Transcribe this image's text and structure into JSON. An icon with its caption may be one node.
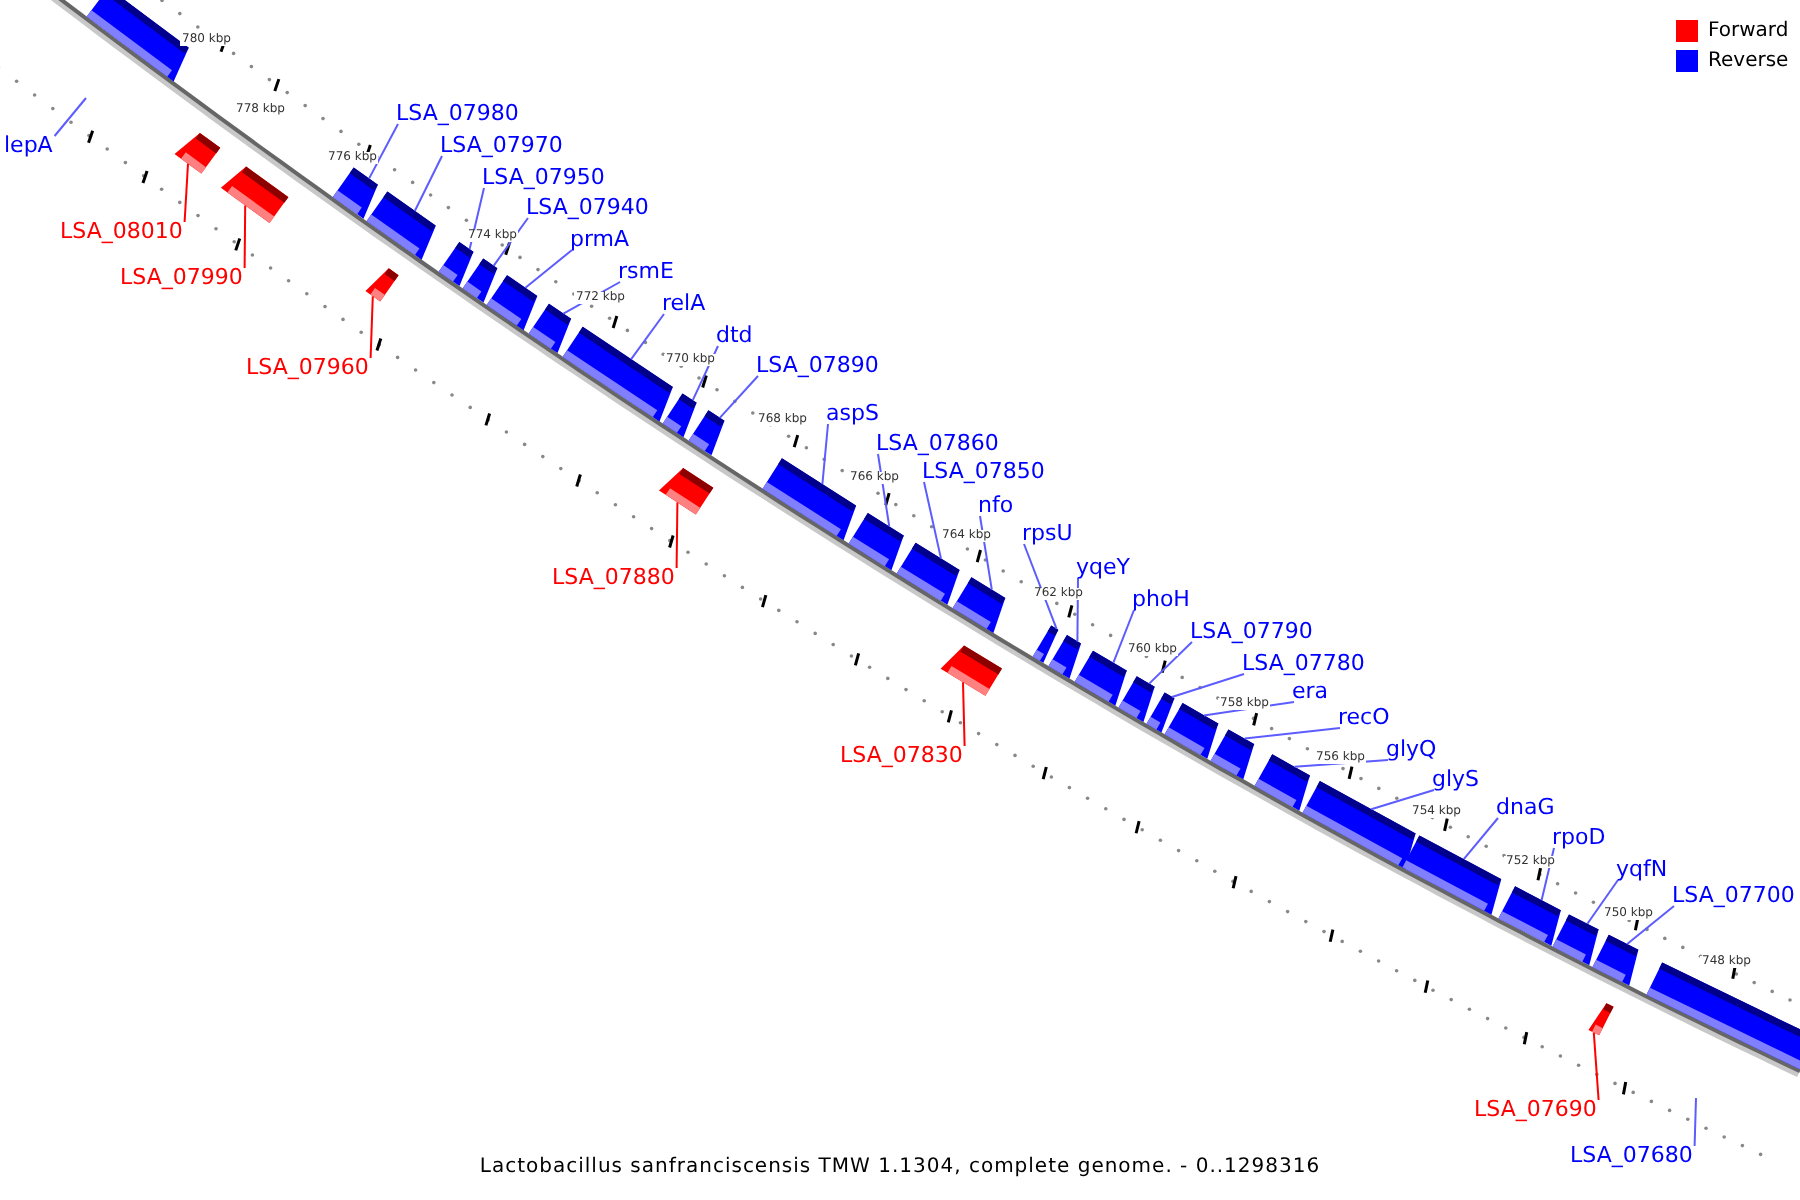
{
  "diagram": {
    "caption": "Lactobacillus sanfranciscensis TMW 1.1304, complete genome. - 0..1298316",
    "nodes": [
      {
        "text": [
          "lepA"
        ]
      },
      {
        "text": [
          "LSA_08010"
        ]
      },
      {
        "text": [],
        "shape": "box"
      },
      {
        "text": [
          "LSA_07990"
        ]
      },
      {
        "text": [],
        "shape": "box"
      },
      {
        "text": [
          "LSA_07980"
        ]
      },
      {
        "text": [],
        "shape": "box"
      },
      {
        "text": [
          "LSA_07970"
        ]
      },
      {
        "text": [],
        "shape": "box"
      },
      {
        "text": [
          "LSA_07950"
        ]
      },
      {
        "text": [],
        "shape": "box"
      },
      {
        "text": [
          "LSA_07940"
        ]
      },
      {
        "text": [],
        "shape": "box"
      },
      {
        "text": [
          "LSA_07960"
        ]
      },
      {
        "text": [],
        "shape": "box"
      },
      {
        "text": [
          "prmA"
        ]
      },
      {
        "text": [],
        "shape": "box"
      },
      {
        "text": [
          "rsmE"
        ]
      },
      {
        "text": [],
        "shape": "box"
      },
      {
        "text": [
          "relA"
        ]
      },
      {
        "text": [],
        "shape": "box"
      },
      {
        "text": [
          "dtd"
        ]
      },
      {
        "text": [],
        "shape": "box"
      },
      {
        "text": [
          "LSA_07890"
        ]
      },
      {
        "text": [],
        "shape": "box"
      },
      {
        "text": [
          "LSA_07880"
        ]
      },
      {
        "text": [],
        "shape": "box"
      },
      {
        "text": [
          "aspS"
        ]
      },
      {
        "text": [],
        "shape": "box"
      },
      {
        "text": [
          "LSA_07860"
        ]
      },
      {
        "text": [],
        "shape": "box"
      },
      {
        "text": [
          "LSA_07850"
        ]
      },
      {
        "text": [],
        "shape": "box"
      },
      {
        "text": [
          "nfo"
        ]
      },
      {
        "text": [],
        "shape": "box"
      },
      {
        "text": [
          "rpsU"
        ]
      },
      {
        "text": [],
        "shape": "box"
      },
      {
        "text": [
          "yqeY"
        ]
      },
      {
        "text": [],
        "shape": "box"
      },
      {
        "text": [
          "LSA_07830"
        ]
      },
      {
        "text": [],
        "shape": "box"
      },
      {
        "text": [
          "phoH"
        ]
      },
      {
        "text": [],
        "shape": "box"
      },
      {
        "text": [
          "LSA_07790"
        ]
      },
      {
        "text": [],
        "shape": "box"
      },
      {
        "text": [
          "LSA_07780"
        ]
      },
      {
        "text": [],
        "shape": "box"
      },
      {
        "text": [
          "era"
        ]
      },
      {
        "text": [],
        "shape": "box"
      },
      {
        "text": [
          "recO"
        ]
      },
      {
        "text": [],
        "shape": "box"
      },
      {
        "text": [
          "glyQ"
        ]
      },
      {
        "text": [],
        "shape": "box"
      },
      {
        "text": [
          "glyS"
        ]
      },
      {
        "text": [],
        "shape": "box"
      },
      {
        "text": [
          "dnaG"
        ]
      },
      {
        "text": [],
        "shape": "box"
      },
      {
        "text": [
          "rpoD"
        ]
      },
      {
        "text": [],
        "shape": "box"
      },
      {
        "text": [
          "yqfN"
        ]
      },
      {
        "text": [],
        "shape": "box"
      },
      {
        "text": [
          "LSA_07700"
        ]
      },
      {
        "text": [],
        "shape": "box"
      },
      {
        "text": [
          "LSA_07690"
        ]
      },
      {
        "text": [],
        "shape": "box"
      },
      {
        "text": [
          "LSA_07680"
        ]
      },
      {
        "text": [],
        "shape": "box"
      },
      {
        "text": [],
        "shape": "box"
      }
    ],
    "edges": [
      {
        "from": 0,
        "to": null,
        "arrow": "none"
      },
      {
        "from": 1,
        "to": 2,
        "arrow": "none",
        "color": "#ff0000"
      },
      {
        "from": 3,
        "to": 4,
        "arrow": "none",
        "color": "#ff0000"
      },
      {
        "from": 5,
        "to": 6,
        "arrow": "none"
      },
      {
        "from": 7,
        "to": 8,
        "arrow": "none"
      },
      {
        "from": 9,
        "to": 10,
        "arrow": "none"
      },
      {
        "from": 11,
        "to": 12,
        "arrow": "none"
      },
      {
        "from": 13,
        "to": 14,
        "arrow": "none",
        "color": "#ff0000"
      },
      {
        "from": 15,
        "to": 16,
        "arrow": "none"
      },
      {
        "from": 17,
        "to": 18,
        "arrow": "none"
      },
      {
        "from": 19,
        "to": 20,
        "arrow": "none"
      },
      {
        "from": 21,
        "to": 22,
        "arrow": "none"
      },
      {
        "from": 23,
        "to": 24,
        "arrow": "none"
      },
      {
        "from": 25,
        "to": 26,
        "arrow": "none",
        "color": "#ff0000"
      },
      {
        "from": 27,
        "to": 28,
        "arrow": "none"
      },
      {
        "from": 29,
        "to": 30,
        "arrow": "none"
      },
      {
        "from": 31,
        "to": 32,
        "arrow": "none"
      },
      {
        "from": 33,
        "to": 34,
        "arrow": "none"
      },
      {
        "from": 35,
        "to": 36,
        "arrow": "none"
      },
      {
        "from": 37,
        "to": 38,
        "arrow": "none"
      },
      {
        "from": 39,
        "to": 40,
        "arrow": "none",
        "color": "#ff0000"
      },
      {
        "from": 41,
        "to": 42,
        "arrow": "none"
      },
      {
        "from": 43,
        "to": 44,
        "arrow": "none"
      },
      {
        "from": 45,
        "to": 46,
        "arrow": "none"
      },
      {
        "from": 47,
        "to": 48,
        "arrow": "none"
      },
      {
        "from": 49,
        "to": 50,
        "arrow": "none"
      },
      {
        "from": 51,
        "to": 52,
        "arrow": "none"
      },
      {
        "from": 53,
        "to": 54,
        "arrow": "none"
      },
      {
        "from": 55,
        "to": 56,
        "arrow": "none"
      },
      {
        "from": 57,
        "to": 58,
        "arrow": "none"
      },
      {
        "from": 59,
        "to": 60,
        "arrow": "none"
      },
      {
        "from": 61,
        "to": 62,
        "arrow": "none"
      },
      {
        "from": 63,
        "to": 64,
        "arrow": "none",
        "color": "#ff0000"
      },
      {
        "from": 65,
        "to": null,
        "arrow": "none"
      }
    ],
    "labels": [
      "780 kbp",
      "778 kbp",
      "776 kbp",
      "774 kbp",
      "772 kbp",
      "770 kbp",
      "768 kbp",
      "766 kbp",
      "764 kbp",
      "762 kbp",
      "760 kbp",
      "758 kbp",
      "756 kbp",
      "754 kbp",
      "752 kbp",
      "750 kbp",
      "748 kbp"
    ],
    "legend": [
      {
        "text": "Forward",
        "color": "#ff0000"
      },
      {
        "text": "Reverse",
        "color": "#0000ff"
      }
    ]
  }
}
